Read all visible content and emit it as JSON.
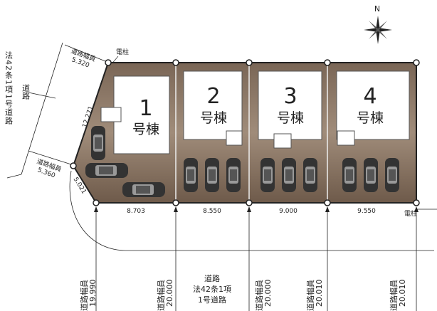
{
  "north_label": "N",
  "left_road": {
    "vertical_label": "法42条1項1号道路",
    "short_label": "道路"
  },
  "road_widths_top": [
    {
      "label": "道路幅員",
      "value": "5.320"
    },
    {
      "label": "道路幅員",
      "value": "5.360"
    }
  ],
  "utility_pole": "電柱",
  "boundary_lengths": {
    "diagonal": "12.271",
    "corner": "5.021"
  },
  "frontages": [
    "8.703",
    "8.550",
    "9.000",
    "9.550"
  ],
  "buildings": [
    {
      "number": "1",
      "label": "号棟"
    },
    {
      "number": "2",
      "label": "号棟"
    },
    {
      "number": "3",
      "label": "号棟"
    },
    {
      "number": "4",
      "label": "号棟"
    }
  ],
  "bottom_road": {
    "line1": "道路",
    "line2": "法42条1項",
    "line3": "1号道路"
  },
  "bottom_widths": [
    {
      "label": "道路幅員",
      "value": "19.990"
    },
    {
      "label": "道路幅員",
      "value": "20.000"
    },
    {
      "label": "道路幅員",
      "value": "20.000"
    },
    {
      "label": "道路幅員",
      "value": "20.010"
    },
    {
      "label": "道路幅員",
      "value": "20.010"
    }
  ],
  "colors": {
    "lot": "#8a7564",
    "lot_dark": "#5e4c3e",
    "building": "#ffffff"
  }
}
